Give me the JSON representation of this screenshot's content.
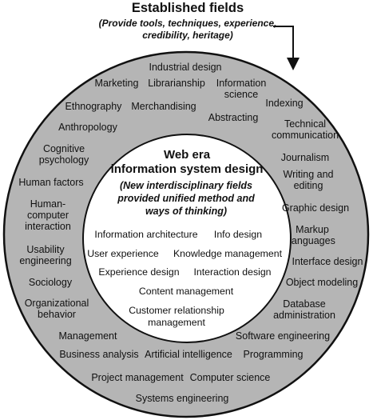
{
  "header": {
    "title": "Established fields",
    "subtitle_line1": "(Provide tools, techniques, experience,",
    "subtitle_line2": "credibility, heritage)"
  },
  "core": {
    "title_line1": "Web era",
    "title_line2": "information system design",
    "subtitle_lines": [
      "(New interdisciplinary fields",
      "provided unified method and",
      "ways of thinking)"
    ]
  },
  "outer_ring": [
    {
      "id": "industrial-design",
      "lines": [
        "Industrial design"
      ]
    },
    {
      "id": "marketing",
      "lines": [
        "Marketing"
      ]
    },
    {
      "id": "librarianship",
      "lines": [
        "Librarianship"
      ]
    },
    {
      "id": "information-science",
      "lines": [
        "Information",
        "science"
      ]
    },
    {
      "id": "ethnography",
      "lines": [
        "Ethnography"
      ]
    },
    {
      "id": "merchandising",
      "lines": [
        "Merchandising"
      ]
    },
    {
      "id": "indexing",
      "lines": [
        "Indexing"
      ]
    },
    {
      "id": "abstracting",
      "lines": [
        "Abstracting"
      ]
    },
    {
      "id": "anthropology",
      "lines": [
        "Anthropology"
      ]
    },
    {
      "id": "technical-communication",
      "lines": [
        "Technical",
        "communication"
      ]
    },
    {
      "id": "cognitive-psychology",
      "lines": [
        "Cognitive",
        "psychology"
      ]
    },
    {
      "id": "journalism",
      "lines": [
        "Journalism"
      ]
    },
    {
      "id": "human-factors",
      "lines": [
        "Human factors"
      ]
    },
    {
      "id": "writing-and-editing",
      "lines": [
        "Writing and",
        "editing"
      ]
    },
    {
      "id": "human-computer-interaction",
      "lines": [
        "Human-",
        "computer",
        "interaction"
      ]
    },
    {
      "id": "graphic-design",
      "lines": [
        "Graphic design"
      ]
    },
    {
      "id": "markup-languages",
      "lines": [
        "Markup",
        "languages"
      ]
    },
    {
      "id": "usability-engineering",
      "lines": [
        "Usability",
        "engineering"
      ]
    },
    {
      "id": "interface-design",
      "lines": [
        "Interface design"
      ]
    },
    {
      "id": "sociology",
      "lines": [
        "Sociology"
      ]
    },
    {
      "id": "object-modeling",
      "lines": [
        "Object modeling"
      ]
    },
    {
      "id": "organizational-behavior",
      "lines": [
        "Organizational",
        "behavior"
      ]
    },
    {
      "id": "database-administration",
      "lines": [
        "Database",
        "administration"
      ]
    },
    {
      "id": "management",
      "lines": [
        "Management"
      ]
    },
    {
      "id": "software-engineering",
      "lines": [
        "Software engineering"
      ]
    },
    {
      "id": "business-analysis",
      "lines": [
        "Business analysis"
      ]
    },
    {
      "id": "artificial-intelligence",
      "lines": [
        "Artificial intelligence"
      ]
    },
    {
      "id": "programming",
      "lines": [
        "Programming"
      ]
    },
    {
      "id": "project-management",
      "lines": [
        "Project management"
      ]
    },
    {
      "id": "computer-science",
      "lines": [
        "Computer science"
      ]
    },
    {
      "id": "systems-engineering",
      "lines": [
        "Systems engineering"
      ]
    }
  ],
  "inner_circle": [
    {
      "id": "information-architecture",
      "lines": [
        "Information architecture"
      ]
    },
    {
      "id": "info-design",
      "lines": [
        "Info design"
      ]
    },
    {
      "id": "user-experience",
      "lines": [
        "User experience"
      ]
    },
    {
      "id": "knowledge-management",
      "lines": [
        "Knowledge management"
      ]
    },
    {
      "id": "experience-design",
      "lines": [
        "Experience design"
      ]
    },
    {
      "id": "interaction-design",
      "lines": [
        "Interaction design"
      ]
    },
    {
      "id": "content-management",
      "lines": [
        "Content management"
      ]
    },
    {
      "id": "customer-relationship-management",
      "lines": [
        "Customer relationship",
        "management"
      ]
    }
  ],
  "colors": {
    "ring_fill": "#b5b5b5",
    "core_fill": "#ffffff",
    "stroke": "#111111",
    "text": "#111111"
  }
}
